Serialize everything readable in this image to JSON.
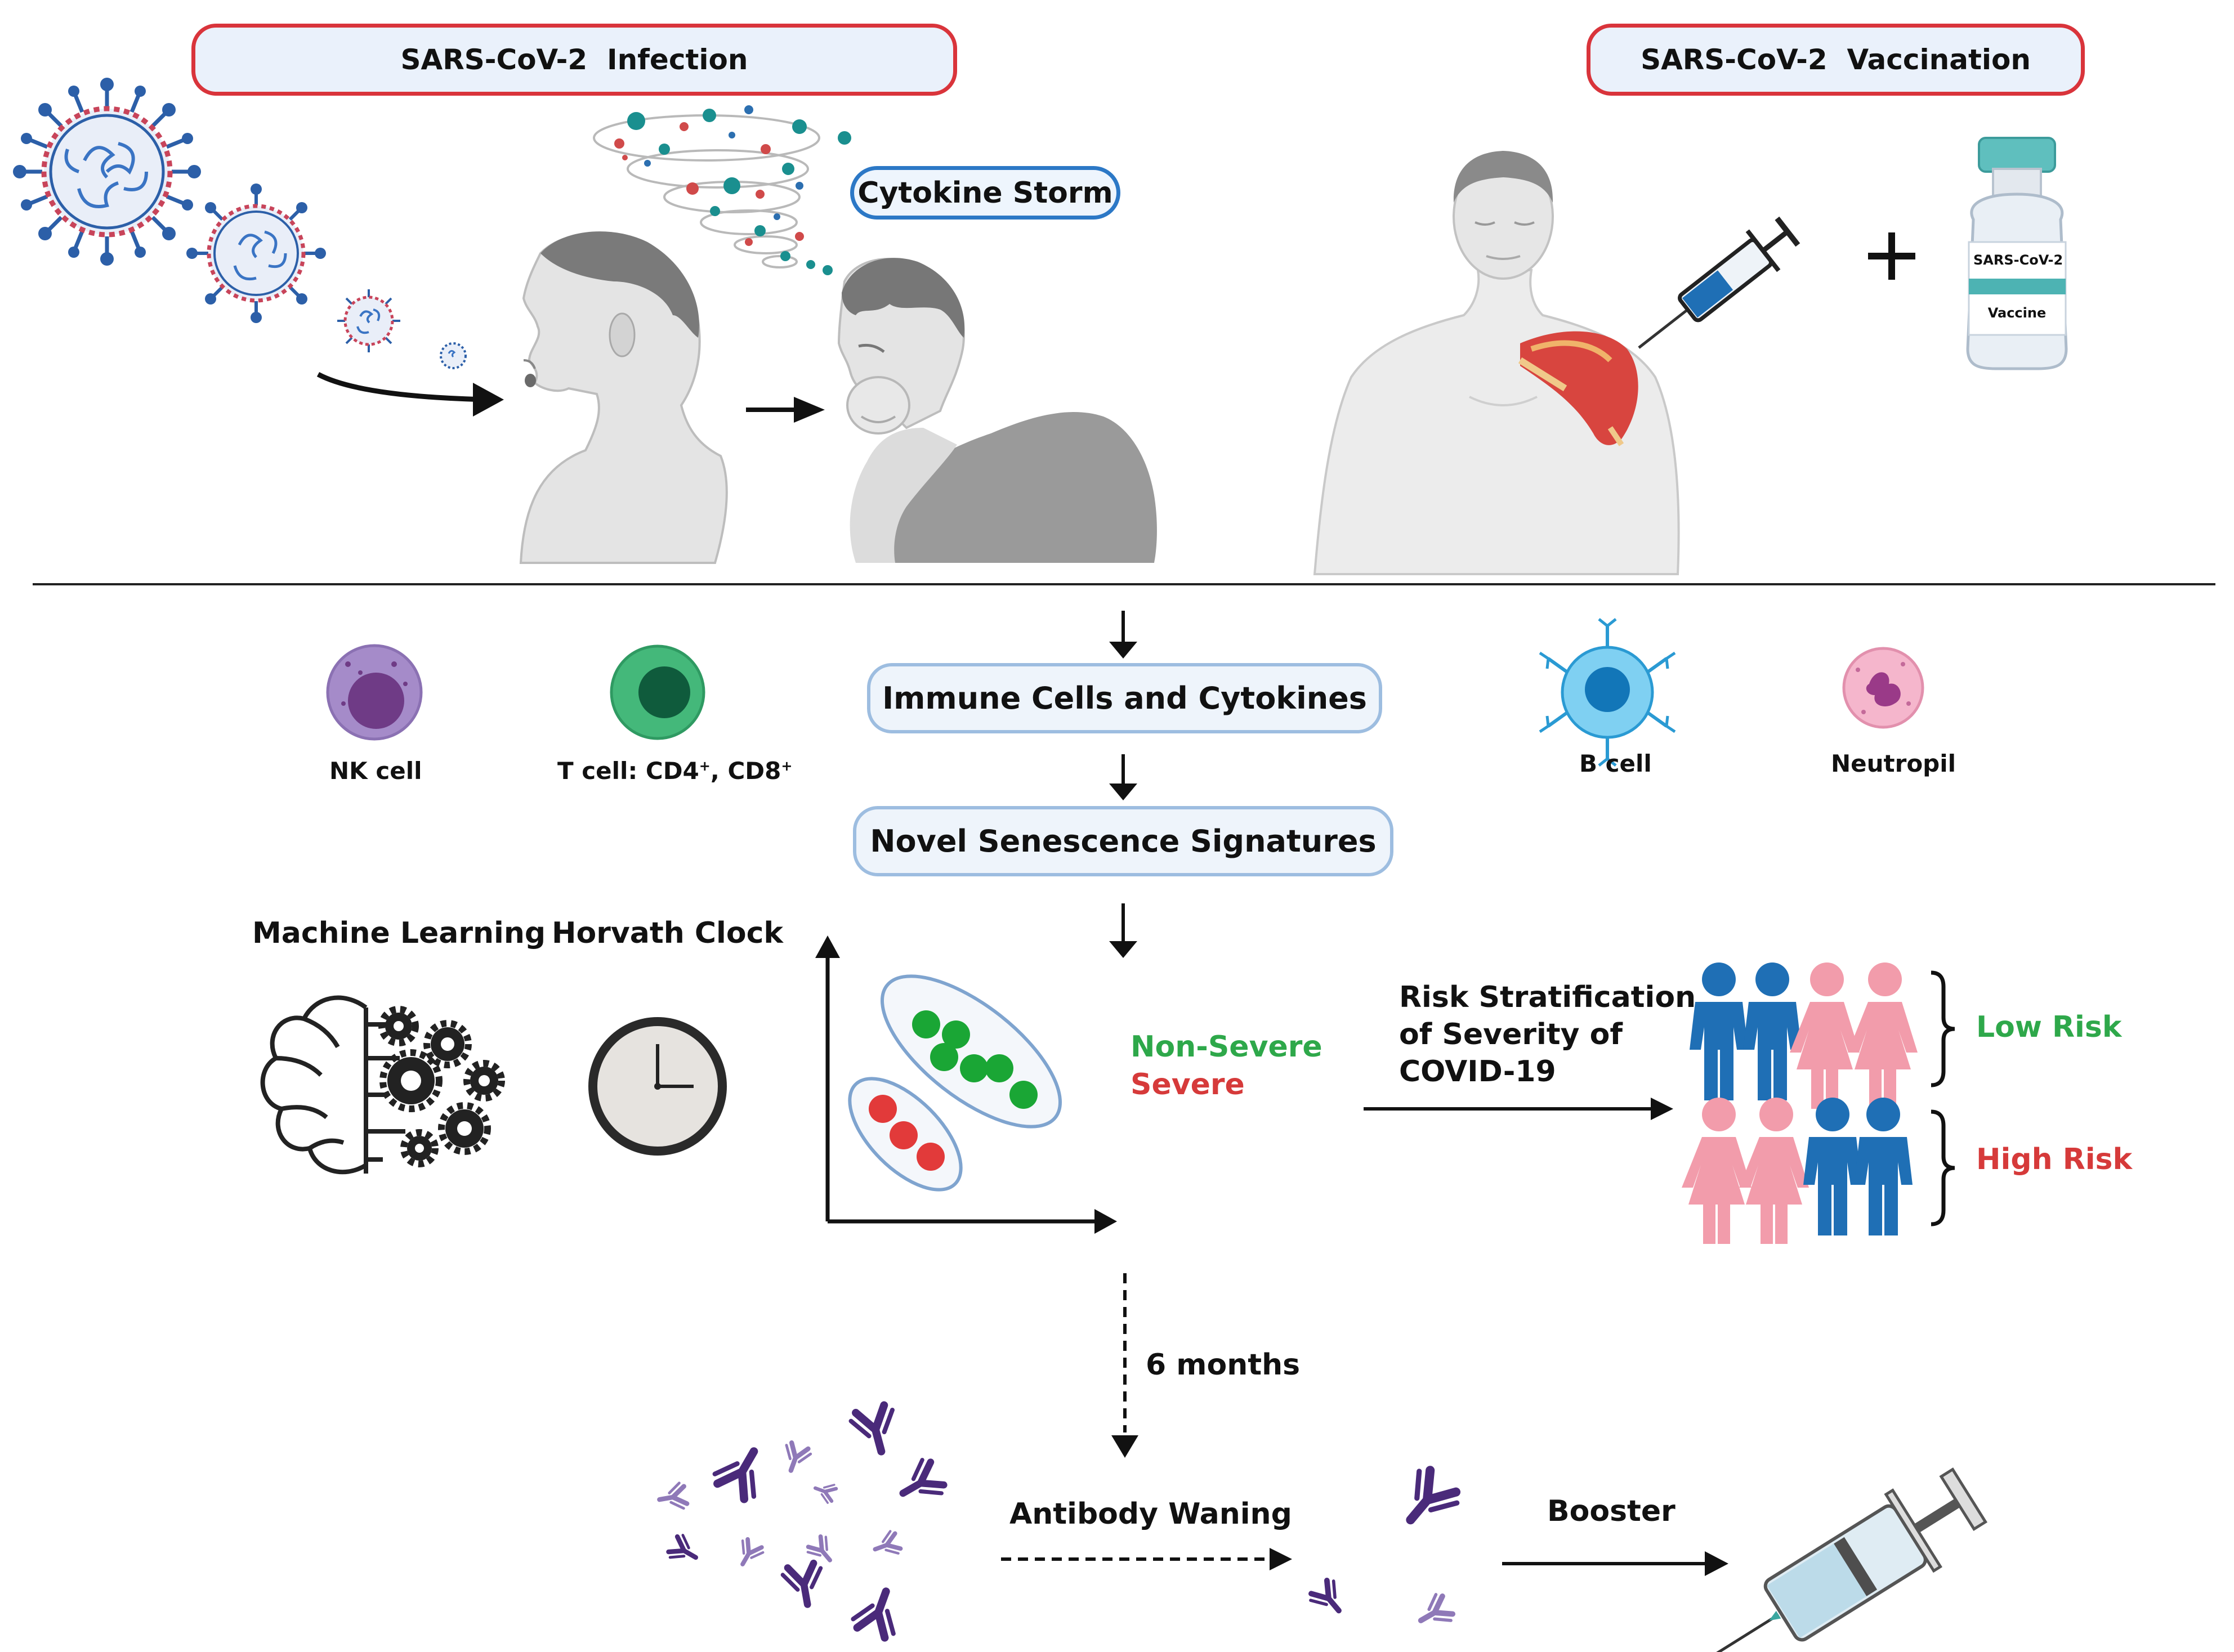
{
  "header": {
    "infection_title": "SARS-CoV-2  Infection",
    "vaccination_title": "SARS-CoV-2  Vaccination",
    "cytokine_storm": "Cytokine Storm"
  },
  "vaccine_vial": {
    "line1": "SARS-CoV-2",
    "line2": "Vaccine"
  },
  "cells": {
    "nk": "NK cell",
    "t": "T cell: CD4",
    "t_sup1": "+",
    "t_sep": ", CD8",
    "t_sup2": "+",
    "b": "B cell",
    "neutrophil": "Neutropil"
  },
  "flow": {
    "immune": "Immune Cells and Cytokines",
    "senescence": "Novel Senescence Signatures"
  },
  "methods": {
    "ml": "Machine Learning",
    "horvath": "Horvath Clock"
  },
  "scatter_legend": {
    "non_severe": "Non-Severe",
    "severe": "Severe"
  },
  "risk": {
    "line1": "Risk Stratification",
    "line2": "of Severity of",
    "line3": "COVID-19",
    "low": "Low Risk",
    "high": "High Risk"
  },
  "bottom": {
    "months": "6 months",
    "waning": "Antibody Waning",
    "booster": "Booster"
  },
  "colors": {
    "accent_red": "#d9343b",
    "box_blue": "#9dbde0",
    "green": "#2ea84a",
    "red": "#d63a3a",
    "person_blue": "#1f6fb5",
    "person_pink": "#f29cab",
    "antibody_purple": "#4a2a7a"
  }
}
